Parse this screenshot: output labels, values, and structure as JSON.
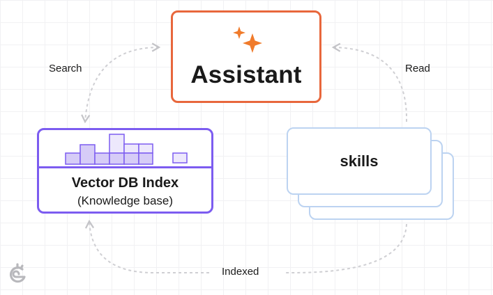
{
  "assistant": {
    "title": "Assistant",
    "accent_color": "#e8673c"
  },
  "vector_db": {
    "title": "Vector DB Index",
    "subtitle": "(Knowledge base)",
    "accent_color": "#7c5cf0",
    "fill_color": "#d6ccf7"
  },
  "skills": {
    "title": "skills",
    "accent_color": "#bcd3f1"
  },
  "edges": {
    "search": "Search",
    "read": "Read",
    "indexed": "Indexed"
  },
  "icons": {
    "sparkle": "sparkle-icon",
    "logo": "grafana-logo-icon"
  }
}
